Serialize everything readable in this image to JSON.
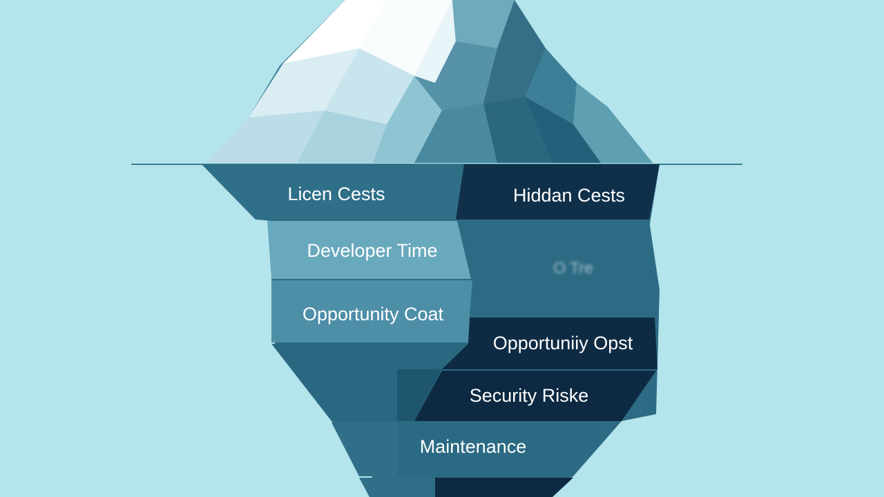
{
  "colors": {
    "background": "#b4e4ec",
    "waterline": "#3b7e90",
    "ice_light": "#f4fbfd",
    "ice_mid": "#9fcfdb",
    "ice_shadow": "#2f6f86",
    "underwater_teal": "#2d6b84",
    "underwater_light": "#5d9fb4",
    "underwater_dark": "#0f2b44"
  },
  "labels": {
    "visible_costs": "Licen Cests",
    "hidden_costs": "Hiddan Cests",
    "developer_time": "Developer Time",
    "faded_label": "O    Tre",
    "opportunity_cost_left": "Opportunity Coat",
    "opportunity_cost_right": "Opportuniiy Opst",
    "security_risks": "Security Riske",
    "maintenance": "Maintenance"
  }
}
